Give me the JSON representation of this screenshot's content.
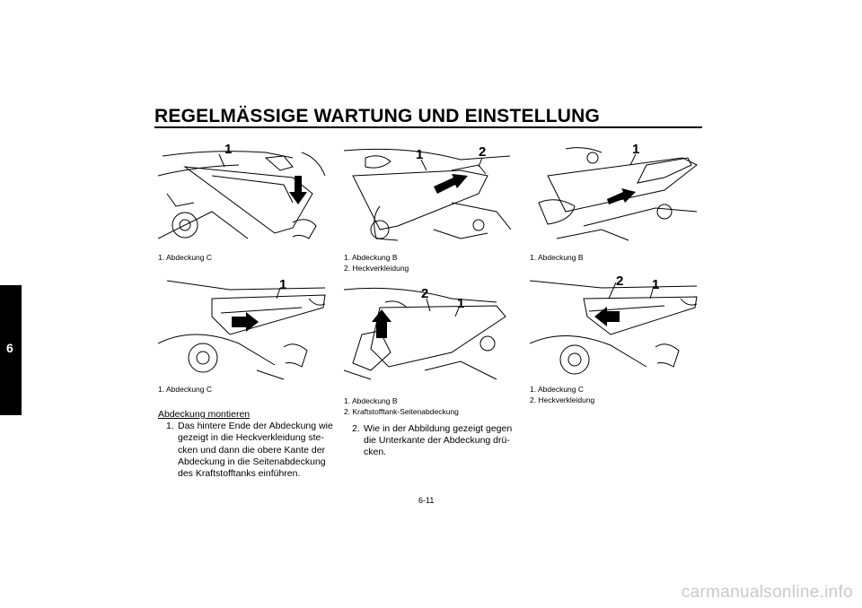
{
  "header": {
    "title": "REGELMÄSSIGE WARTUNG UND EINSTELLUNG"
  },
  "chapter_tab": "6",
  "figures": [
    {
      "callouts": [
        "1"
      ],
      "captions": [
        "1.  Abdeckung C"
      ]
    },
    {
      "callouts": [
        "1",
        "2"
      ],
      "captions": [
        "1.  Abdeckung B",
        "2.  Heckverkleidung"
      ]
    },
    {
      "callouts": [
        "1"
      ],
      "captions": [
        "1.  Abdeckung B"
      ]
    },
    {
      "callouts": [
        "1"
      ],
      "captions": [
        "1.  Abdeckung C"
      ]
    },
    {
      "callouts": [
        "2",
        "1"
      ],
      "captions": [
        "1.  Abdeckung B",
        "2.  Kraftstofftank-Seitenabdeckung"
      ]
    },
    {
      "callouts": [
        "2",
        "1"
      ],
      "captions": [
        "1.  Abdeckung C",
        "2.  Heckverkleidung"
      ]
    }
  ],
  "text_left": {
    "subheading": "Abdeckung montieren",
    "step_number": "1.",
    "step_lines": [
      "Das hintere Ende der Abdeckung wie",
      "gezeigt in die Heckverkleidung ste-",
      "cken und dann die obere Kante der",
      "Abdeckung in die Seitenabdeckung",
      "des Kraftstofftanks einführen."
    ]
  },
  "text_middle": {
    "step_number": "2.",
    "step_lines": [
      "Wie in der Abbildung gezeigt gegen",
      "die Unterkante der Abdeckung drü-",
      "cken."
    ]
  },
  "footer": {
    "page_number": "6-11",
    "watermark": "carmanualsonline.info"
  }
}
